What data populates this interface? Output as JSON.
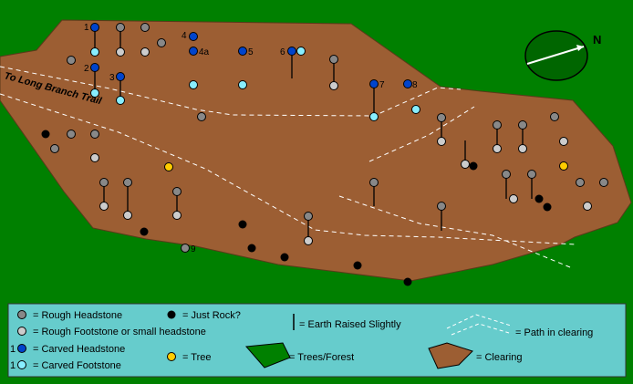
{
  "colors": {
    "forest": "#008000",
    "clearing": "#9C5E33",
    "legend_bg": "#66CCCC",
    "rough_headstone": "#888888",
    "rough_footstone": "#CCCCCC",
    "carved_headstone": "#0044CC",
    "carved_footstone": "#88EEFF",
    "rock": "#000000",
    "tree": "#FFCC00",
    "path": "#FFFFFF"
  },
  "map": {
    "trail_label": "To Long Branch Trail",
    "north_label": "N",
    "grave_labels": [
      "1",
      "2",
      "3",
      "4",
      "4a",
      "5",
      "6",
      "7",
      "8",
      "9"
    ]
  },
  "legend": {
    "rough_headstone": "= Rough Headstone",
    "rough_footstone": "= Rough Footstone or small headstone",
    "carved_headstone_num": "1",
    "carved_headstone": "= Carved Headstone",
    "carved_footstone_num": "1",
    "carved_footstone": "= Carved Footstone",
    "just_rock": "= Just Rock?",
    "tree": "= Tree",
    "earth_raised": "= Earth Raised Slightly",
    "trees_forest": "= Trees/Forest",
    "path": "= Path in clearing",
    "clearing": "= Clearing"
  }
}
